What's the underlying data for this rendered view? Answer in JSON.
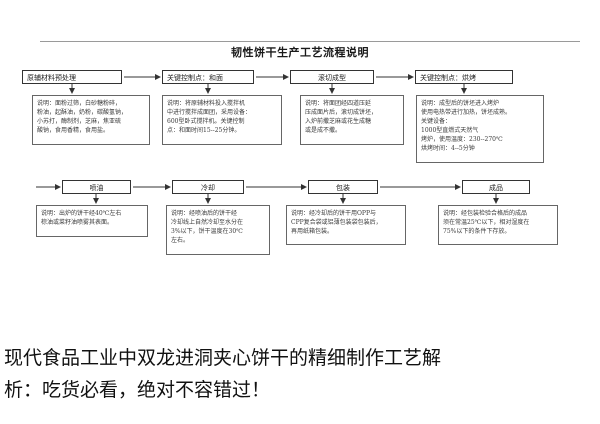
{
  "diagram": {
    "title": "韧性饼干生产工艺流程说明",
    "row1": [
      {
        "step": "原辅材料预处理",
        "desc": [
          "说明：面粉过筛，白砂糖粉碎，",
          "粉油，起酥油，奶粉，碳酸氢钠，",
          "小苏打，酶制剂，芝麻，焦亚硫",
          "酸钠，食用香精，食用盐。"
        ]
      },
      {
        "step": "关键控制点：和面",
        "desc": [
          "说明：将原辅材料投入搅拌机",
          "中进行搅拌成面团，采用设备：",
          "600型卧式搅拌机。关键控制",
          "点：和面时间15--25分钟。"
        ]
      },
      {
        "step": "滚切成型",
        "desc": [
          "说明：将面团经四道压延",
          "压成面片后，滚切成饼坯，",
          "入炉前撒芝麻或花生成糖",
          "或是成不撒。"
        ]
      },
      {
        "step": "关键控制点：烘烤",
        "desc": [
          "说明：成型后的饼坯进入烤炉",
          "使用电热带进行加热，饼坯成熟。",
          "关键设备：",
          "1000型直燃式天然气",
          "烤炉，使用温度：230--270℃",
          "烘烤时间：4--5分钟"
        ]
      }
    ],
    "row2": [
      {
        "step": "喷油",
        "desc": [
          "说明：出炉的饼干经40℃左右",
          "棕油或菜籽油喷雾其表面。"
        ]
      },
      {
        "step": "冷却",
        "desc": [
          "说明：经喷油后的饼干经",
          "冷却线上自然冷却至水分在",
          "3%以下，饼干温度在30℃",
          "左右。"
        ]
      },
      {
        "step": "包装",
        "desc": [
          "说明：经冷却后的饼干用OPP与",
          "CPP复合袋或铝薄包装袋包装后，",
          "再用纸箱包装。"
        ]
      },
      {
        "step": "成品",
        "desc": [
          "说明：经包装检验合格后的成品",
          "须在常温25℃以下，相对湿度在",
          "75%以下的条件下存放。"
        ]
      }
    ]
  },
  "caption": {
    "line1": "现代食品工业中双龙进洞夹心饼干的精细制作工艺解",
    "line2": "析：吃货必看，绝对不容错过！"
  },
  "colors": {
    "line": "#333333",
    "box_border": "#666666",
    "caption_text": "#111111"
  }
}
